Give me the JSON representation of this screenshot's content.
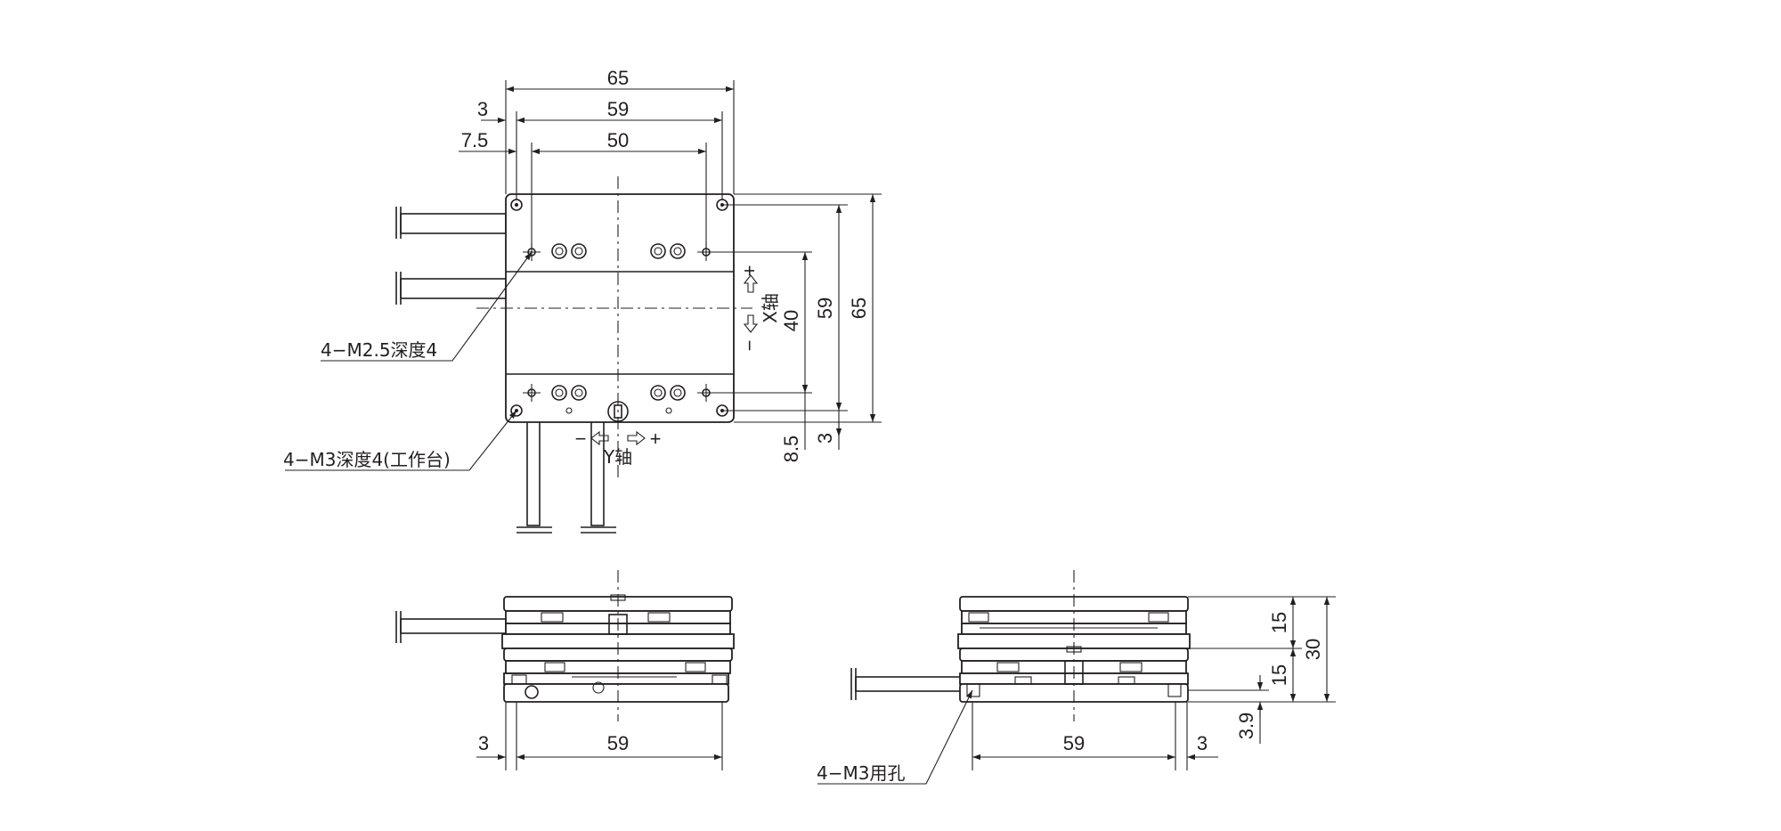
{
  "top_view": {
    "dim_width_outer": "65",
    "dim_width_holes": "59",
    "dim_width_inner": "50",
    "dim_offset_3": "3",
    "dim_offset_7_5": "7.5",
    "dim_height_outer": "65",
    "dim_height_holes": "59",
    "dim_height_inner": "40",
    "dim_bottom_8_5": "8.5",
    "dim_bottom_3": "3",
    "callout_m25": "4−M2.5深度4",
    "callout_m3_table": "4−M3深度4(工作台)",
    "x_axis_label": "X轴",
    "y_axis_label": "Y轴",
    "plus": "+",
    "minus": "−"
  },
  "front_view": {
    "dim_3": "3",
    "dim_59": "59"
  },
  "side_view": {
    "dim_59": "59",
    "dim_3": "3",
    "dim_15_top": "15",
    "dim_15_bottom": "15",
    "dim_30": "30",
    "dim_3_9": "3.9",
    "callout_m3_mount": "4−M3用孔"
  },
  "colors": {
    "line": "#231f20",
    "background": "#ffffff"
  }
}
